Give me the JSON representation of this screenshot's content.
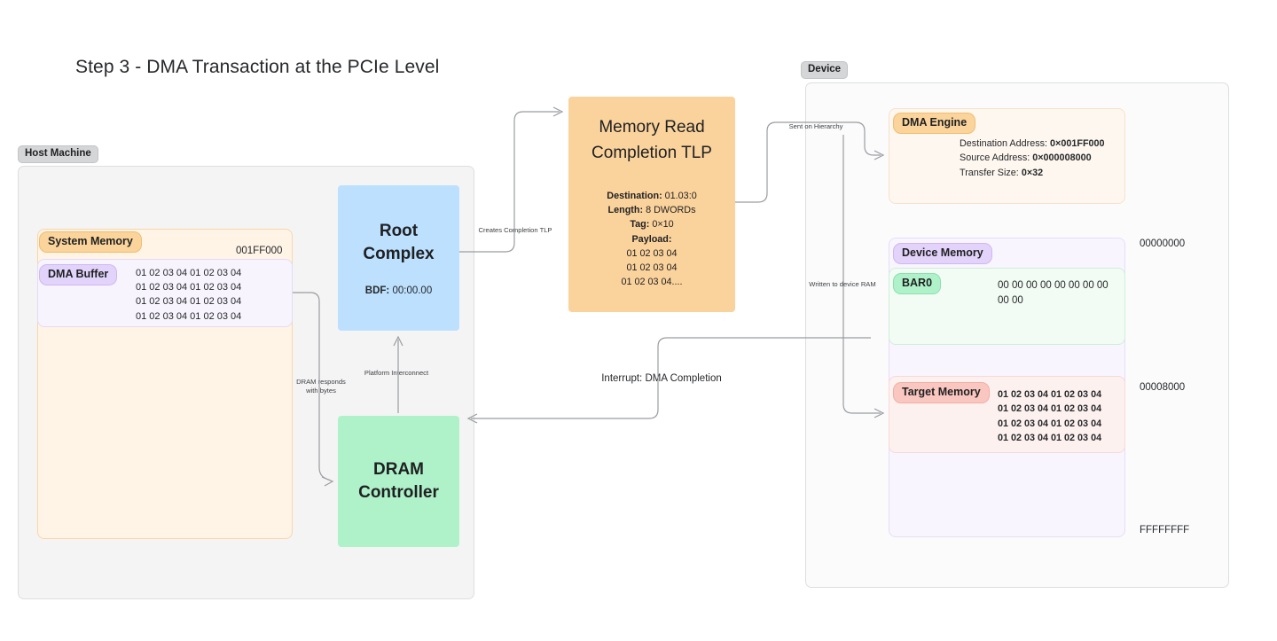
{
  "title": "Step 3 - DMA Transaction at the PCIe Level",
  "groups": {
    "host": {
      "tag": "Host Machine"
    },
    "device": {
      "tag": "Device"
    }
  },
  "host": {
    "system_memory": {
      "tag": "System Memory",
      "base_address": "001FF000",
      "dma_buffer": {
        "tag": "DMA Buffer",
        "hex_lines": [
          "01 02 03 04 01 02 03 04",
          "01 02 03 04 01 02 03 04",
          "01 02 03 04 01 02 03 04",
          "01 02 03 04 01 02 03 04"
        ]
      }
    },
    "root_complex": {
      "title": "Root\nComplex",
      "bdf_label": "BDF:",
      "bdf_value": "00:00.00"
    },
    "dram_controller": {
      "title": "DRAM\nController"
    }
  },
  "tlp": {
    "title": "Memory Read\nCompletion TLP",
    "fields": [
      {
        "label": "Destination:",
        "value": "01.03:0"
      },
      {
        "label": "Length:",
        "value": "8 DWORDs"
      },
      {
        "label": "Tag:",
        "value": "0×10"
      },
      {
        "label": "Payload:",
        "value": ""
      }
    ],
    "payload_lines": [
      "01 02 03 04",
      "01 02 03 04",
      "01 02 03 04...."
    ]
  },
  "device": {
    "dma_engine": {
      "tag": "DMA Engine",
      "fields": [
        {
          "label": "Destination Address:",
          "value": "0×001FF000"
        },
        {
          "label": "Source Address:",
          "value": "0×000008000"
        },
        {
          "label": "Transfer Size:",
          "value": "0×32"
        }
      ]
    },
    "device_memory": {
      "tag": "Device Memory",
      "addr_top": "00000000",
      "addr_mid": "00008000",
      "addr_bottom": "FFFFFFFF",
      "bar0": {
        "tag": "BAR0",
        "hex_lines": [
          "00 00 00 00 00 00 00 00",
          "00 00"
        ]
      },
      "target_memory": {
        "tag": "Target Memory",
        "hex_lines": [
          "01 02 03 04 01 02 03 04",
          "01 02 03 04 01 02 03 04",
          "01 02 03 04 01 02 03 04",
          "01 02 03 04 01 02 03 04"
        ]
      }
    }
  },
  "edges": {
    "creates_completion_tlp": "Creates Completion TLP",
    "sent_on_hierarchy": "Sent on Hierarchy",
    "written_to_device_ram": "Written to device RAM",
    "dram_responds": "DRAM responds\nwith bytes",
    "platform_interconnect": "Platform Interconnect",
    "interrupt_dma_completion": "Interrupt: DMA Completion"
  },
  "colors": {
    "tlp": "#FAD29C",
    "root_complex": "#BCE0FD",
    "dram_controller": "#AFF2C9",
    "bar0_tag": "#AFF2C9",
    "target_memory_tag": "#FAC7C0",
    "dma_buffer_tag": "#E2D3FB",
    "system_memory_tag": "#FBD49B",
    "edge_stroke": "#9A9CA0"
  }
}
